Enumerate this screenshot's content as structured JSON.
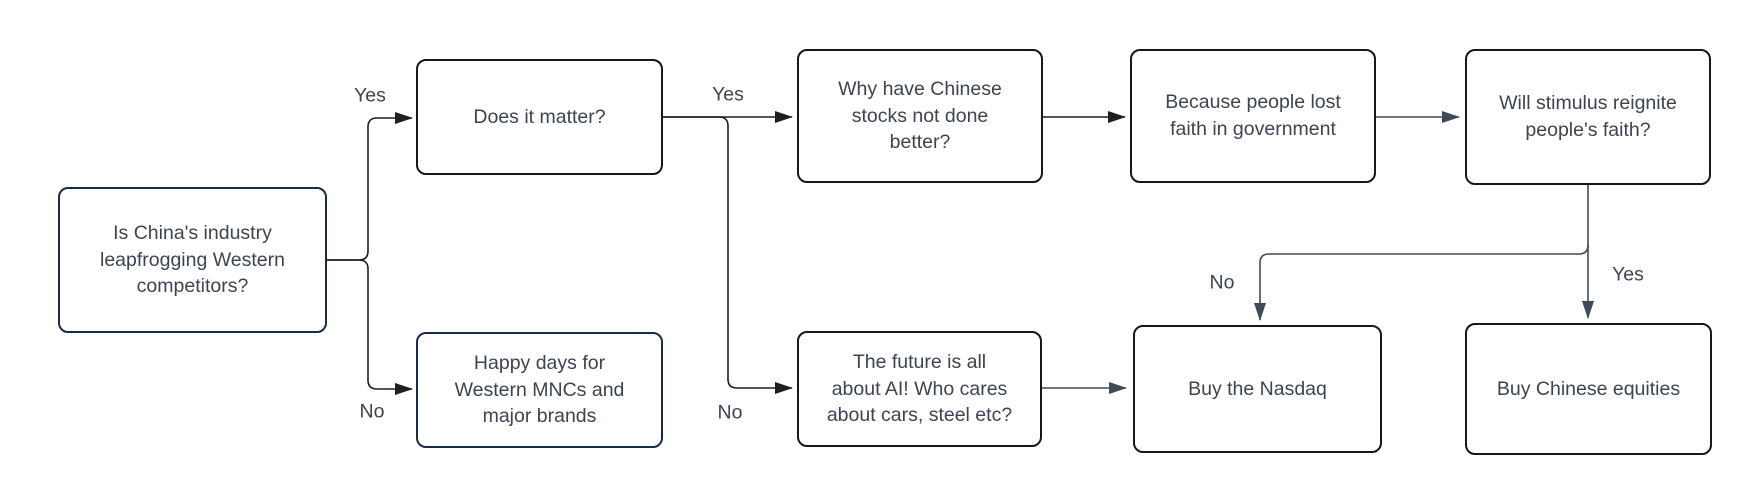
{
  "diagram": {
    "nodes": [
      {
        "id": "q1",
        "text": "Is China's industry\nleapfrogging Western\ncompetitors?"
      },
      {
        "id": "q2",
        "text": "Does it matter?"
      },
      {
        "id": "q3",
        "text": "Why have Chinese\nstocks not done\nbetter?"
      },
      {
        "id": "a1",
        "text": "Because people lost\nfaith in government"
      },
      {
        "id": "q4",
        "text": "Will stimulus reignite\npeople's faith?"
      },
      {
        "id": "r1",
        "text": "Happy days for\nWestern MNCs and\nmajor brands"
      },
      {
        "id": "r2",
        "text": "The future is all\nabout AI! Who cares\nabout cars, steel etc?"
      },
      {
        "id": "r3",
        "text": "Buy the Nasdaq"
      },
      {
        "id": "r4",
        "text": "Buy Chinese equities"
      }
    ],
    "edge_labels": [
      {
        "text": "Yes"
      },
      {
        "text": "No"
      },
      {
        "text": "Yes"
      },
      {
        "text": "No"
      },
      {
        "text": "No"
      },
      {
        "text": "Yes"
      }
    ],
    "edges": [
      {
        "from": "q1",
        "label": "Yes",
        "to": "q2"
      },
      {
        "from": "q1",
        "label": "No",
        "to": "r1"
      },
      {
        "from": "q2",
        "label": "Yes",
        "to": "q3"
      },
      {
        "from": "q2",
        "label": "No",
        "to": "r2"
      },
      {
        "from": "q3",
        "label": "",
        "to": "a1"
      },
      {
        "from": "a1",
        "label": "",
        "to": "q4"
      },
      {
        "from": "q4",
        "label": "No",
        "to": "r3"
      },
      {
        "from": "q4",
        "label": "Yes",
        "to": "r4"
      },
      {
        "from": "r2",
        "label": "",
        "to": "r3"
      }
    ],
    "colors": {
      "background": "#ffffff",
      "node_fill": "#ffffff",
      "node_border_dark": "#15181c",
      "node_border_navy": "#1b2a4a",
      "text": "#3d4451",
      "connector_dark": "#1c1f24",
      "connector_gray": "#40485a"
    }
  }
}
